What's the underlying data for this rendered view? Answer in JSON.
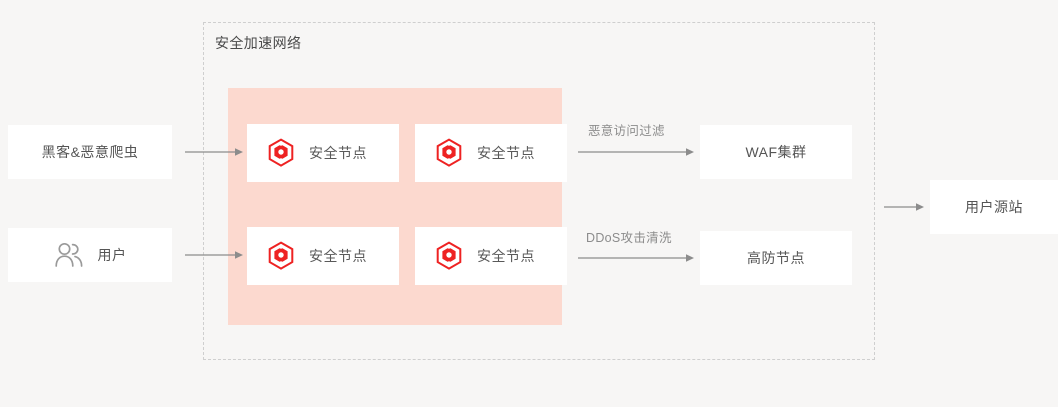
{
  "diagram": {
    "title": "安全加速网络",
    "colors": {
      "background": "#f7f6f5",
      "pink_region": "#fcd9cf",
      "icon_red": "#ee2222",
      "arrow_gray": "#8c8c8c",
      "text_gray": "#555555",
      "dashed_border": "#cfcfcf"
    },
    "sources": [
      {
        "label": "黑客&恶意爬虫",
        "icon": ""
      },
      {
        "label": "用户",
        "icon": "users-icon"
      }
    ],
    "nodes": [
      {
        "label": "安全节点",
        "icon": "security-node-hexagon-icon"
      },
      {
        "label": "安全节点",
        "icon": "security-node-hexagon-icon"
      },
      {
        "label": "安全节点",
        "icon": "security-node-hexagon-icon"
      },
      {
        "label": "安全节点",
        "icon": "security-node-hexagon-icon"
      }
    ],
    "services": [
      {
        "label": "WAF集群"
      },
      {
        "label": "高防节点"
      }
    ],
    "origin": {
      "label": "用户源站"
    },
    "flow_labels": {
      "waf": "恶意访问过滤",
      "gaofang": "DDoS攻击清洗"
    }
  }
}
